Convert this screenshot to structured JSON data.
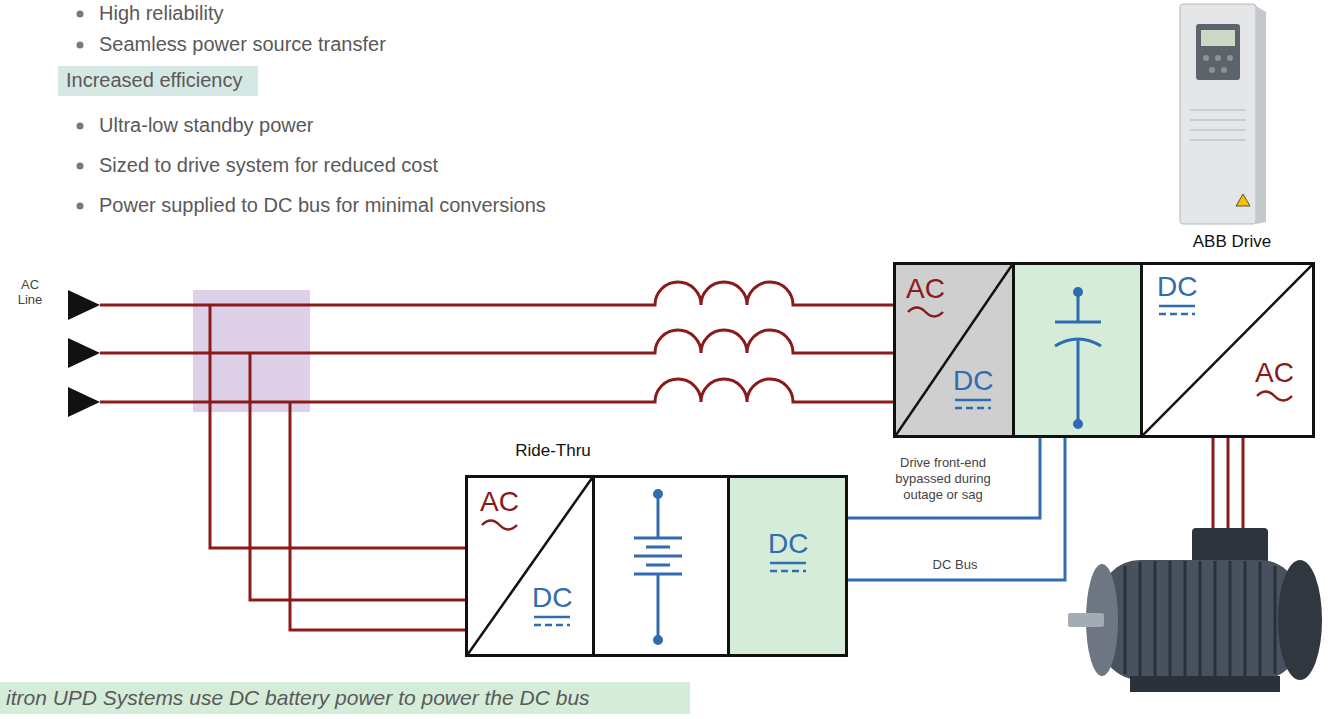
{
  "diagram": {
    "nodes": [
      {
        "text": [
          "Increased efficiency"
        ]
      },
      {
        "text": [
          "ABB Drive"
        ]
      },
      {
        "text": [
          "AC",
          "DC"
        ],
        "in": 1
      },
      {
        "text": [
          "DC",
          "AC"
        ],
        "in": 1
      },
      {
        "text": [
          "Ride-Thru"
        ]
      },
      {
        "text": [
          "AC",
          "DC"
        ],
        "in": 4
      },
      {
        "text": [
          "DC"
        ],
        "in": 4
      },
      {
        "text": [
          "itron UPD Systems use DC battery power to power the DC bus"
        ]
      }
    ],
    "edges": [
      {
        "from": 6,
        "to": 1,
        "arrow": "none"
      },
      {
        "from": 6,
        "to": 1,
        "arrow": "none",
        "label": "DC Bus"
      }
    ],
    "labels": [
      "High reliability",
      "Seamless power source transfer",
      "Ultra-low standby power",
      "Sized to drive system for reduced cost",
      "Power supplied to DC bus for minimal conversions",
      "AC Line",
      "Drive front-end bypassed during outage or sag"
    ]
  }
}
